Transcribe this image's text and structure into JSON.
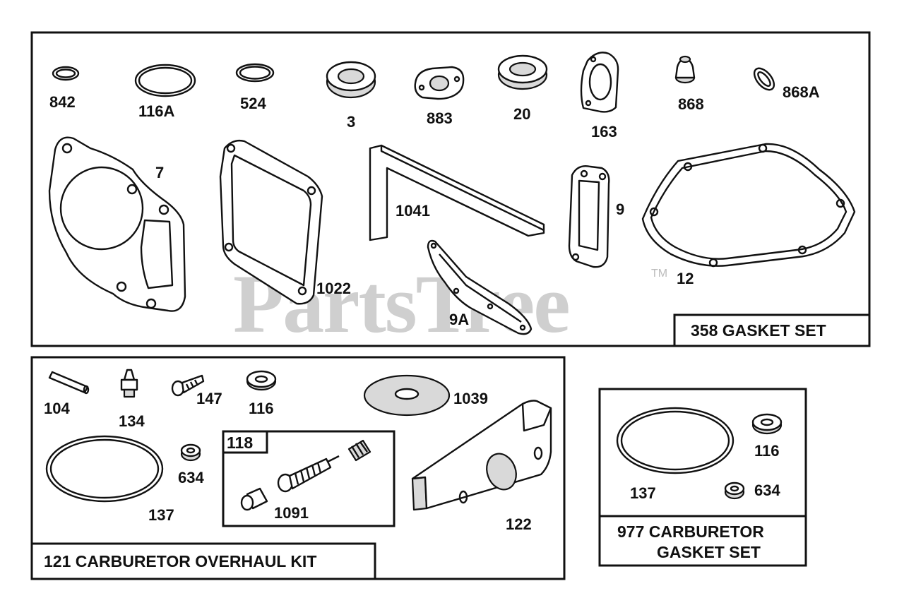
{
  "watermark": "PartsTree",
  "trademark": "TM",
  "gasket_set": {
    "title": "358 GASKET SET",
    "parts": {
      "p842": "842",
      "p116A": "116A",
      "p524": "524",
      "p3": "3",
      "p883": "883",
      "p20": "20",
      "p163": "163",
      "p868": "868",
      "p868A": "868A",
      "p7": "7",
      "p1022": "1022",
      "p1041": "1041",
      "p9": "9",
      "p9A": "9A",
      "p12": "12"
    }
  },
  "overhaul_kit": {
    "title": "121 CARBURETOR OVERHAUL KIT",
    "parts": {
      "p104": "104",
      "p134": "134",
      "p147": "147",
      "p116": "116",
      "p1039": "1039",
      "p634": "634",
      "p137": "137",
      "p122": "122",
      "p1091": "1091"
    },
    "subkit": {
      "title": "118"
    }
  },
  "carb_gasket_set": {
    "title_line1": "977 CARBURETOR",
    "title_line2": "GASKET SET",
    "parts": {
      "p116": "116",
      "p137": "137",
      "p634": "634"
    }
  }
}
